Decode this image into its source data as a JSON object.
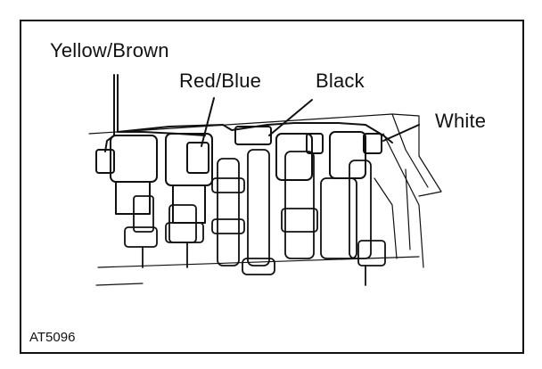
{
  "figure": {
    "callouts": {
      "yellow_brown": "Yellow/Brown",
      "red_blue": "Red/Blue",
      "black": "Black",
      "white": "White"
    },
    "figure_code": "AT5096"
  }
}
